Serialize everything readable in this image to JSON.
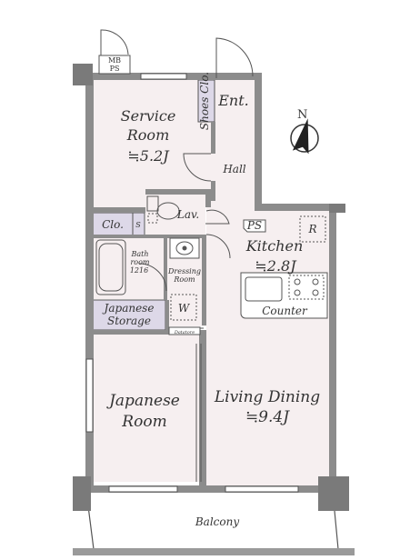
{
  "colors": {
    "room_fill": "#f6eff0",
    "storage_fill": "#ddd8e8",
    "wall": "#888888",
    "wall_dark": "#6f6f6f",
    "line": "#555555"
  },
  "rooms": {
    "service_room": {
      "name_line1": "Service",
      "name_line2": "Room",
      "size": "≒5.2J"
    },
    "japanese_room": {
      "name_line1": "Japanese",
      "name_line2": "Room"
    },
    "living_dining": {
      "name": "Living Dining",
      "size": "≒9.4J"
    },
    "kitchen": {
      "name": "Kitchen",
      "size": "≒2.8J"
    },
    "bathroom": {
      "name_line1": "Bath",
      "name_line2": "room",
      "model": "1216"
    },
    "dressing_room": {
      "name_line1": "Dressing",
      "name_line2": "Room"
    },
    "hall": {
      "name": "Hall"
    },
    "entrance": {
      "name": "Ent."
    },
    "lavatory": {
      "name": "Lav."
    },
    "balcony": {
      "name": "Balcony"
    }
  },
  "storage": {
    "shoes_closet": "Shoes Clo.",
    "closet": "Clo.",
    "japanese_storage_line1": "Japanese",
    "japanese_storage_line2": "Storage",
    "wardrobe": "W",
    "pipe_space": "PS",
    "refrigerator": "R",
    "small_storage": "S",
    "datatore": "Datatore"
  },
  "fixtures": {
    "counter": "Counter",
    "meter_box_line1": "MB",
    "meter_box_line2": "PS"
  },
  "compass": {
    "label": "N"
  }
}
